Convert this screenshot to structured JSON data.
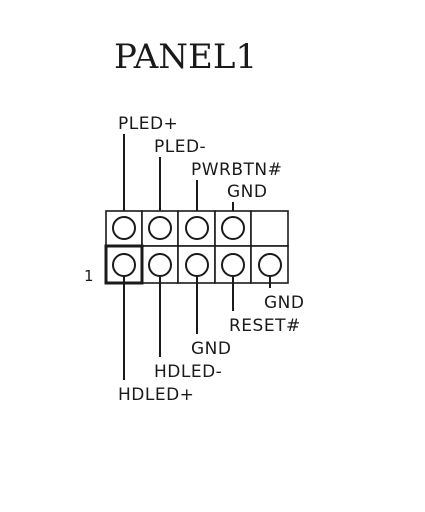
{
  "title": "PANEL1",
  "pin1_marker": "1",
  "top_labels": [
    "PLED+",
    "PLED-",
    "PWRBTN#",
    "GND"
  ],
  "bottom_labels": [
    "HDLED+",
    "HDLED-",
    "GND",
    "RESET#",
    "GND"
  ]
}
